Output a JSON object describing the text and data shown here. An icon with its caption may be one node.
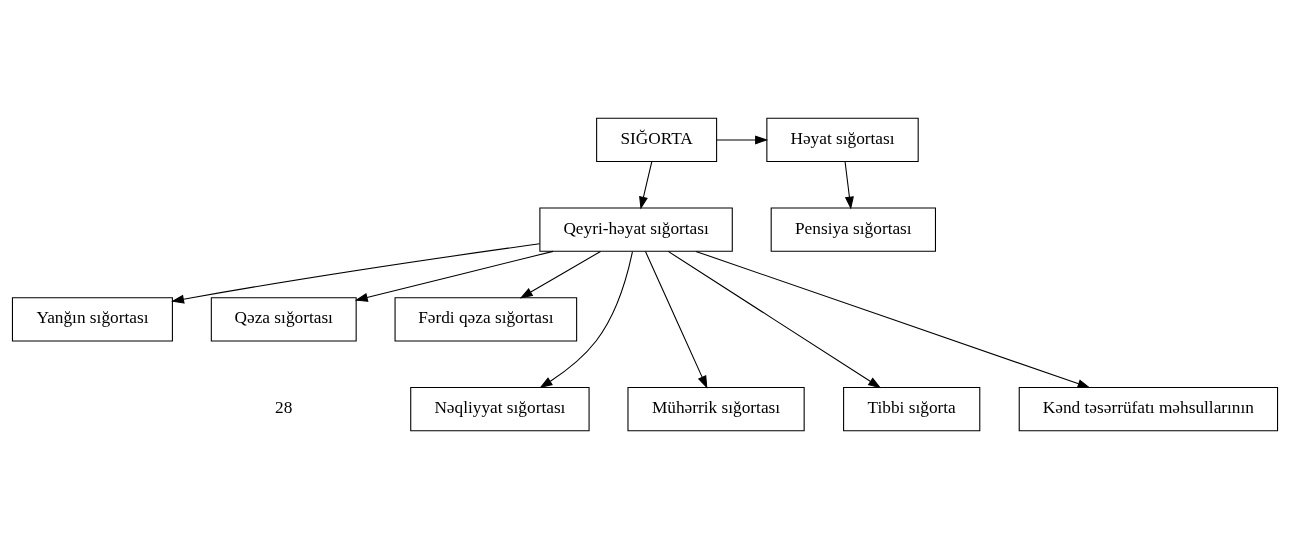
{
  "diagram": {
    "nodes": [
      {
        "text": [
          "SIĞORTA"
        ]
      },
      {
        "text": [
          "Həyat sığortası"
        ]
      },
      {
        "text": [
          "Qeyri-həyat sığortası"
        ]
      },
      {
        "text": [
          "Pensiya sığortası"
        ]
      },
      {
        "text": [
          "Yanğın sığortası"
        ]
      },
      {
        "text": [
          "Qəza sığortası"
        ]
      },
      {
        "text": [
          "Fərdi qəza sığortası"
        ]
      },
      {
        "text": [
          "Nəqliyyat sığortası"
        ]
      },
      {
        "text": [
          "Mühərrik sığortası"
        ]
      },
      {
        "text": [
          "Tibbi sığorta"
        ]
      },
      {
        "text": [
          "Kənd təsərrüfatı məhsullarının"
        ]
      }
    ],
    "edges": [
      {
        "from": 0,
        "to": 1,
        "arrow": "to"
      },
      {
        "from": 0,
        "to": 2,
        "arrow": "to"
      },
      {
        "from": 1,
        "to": 3,
        "arrow": "to"
      },
      {
        "from": 2,
        "to": 4,
        "arrow": "to"
      },
      {
        "from": 2,
        "to": 5,
        "arrow": "to"
      },
      {
        "from": 2,
        "to": 6,
        "arrow": "to"
      },
      {
        "from": 2,
        "to": 7,
        "arrow": "to"
      },
      {
        "from": 2,
        "to": 8,
        "arrow": "to"
      },
      {
        "from": 2,
        "to": 9,
        "arrow": "to"
      },
      {
        "from": 2,
        "to": 10,
        "arrow": "to"
      }
    ],
    "labels": [
      "28"
    ]
  }
}
